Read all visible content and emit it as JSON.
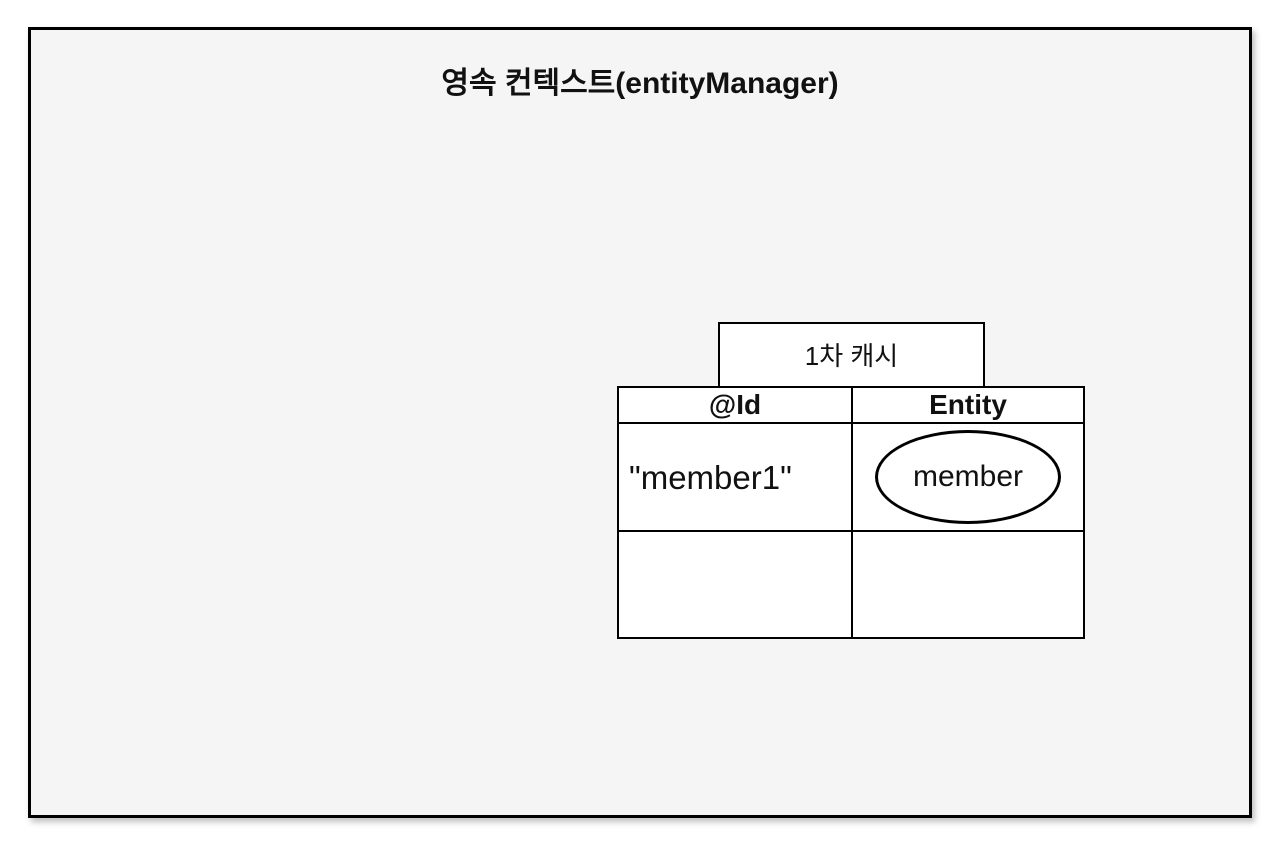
{
  "colors": {
    "page_bg": "#ffffff",
    "context_bg": "#f5f5f5",
    "cell_bg": "#ffffff",
    "border": "#000000",
    "text": "#111111"
  },
  "persistence_context": {
    "title": "영속 컨텍스트(entityManager)"
  },
  "first_level_cache": {
    "label": "1차 캐시",
    "table": {
      "headers": [
        "@Id",
        "Entity"
      ],
      "rows": [
        {
          "id": "\"member1\"",
          "entity_label": "member"
        },
        {
          "id": "",
          "entity_label": ""
        }
      ]
    }
  }
}
